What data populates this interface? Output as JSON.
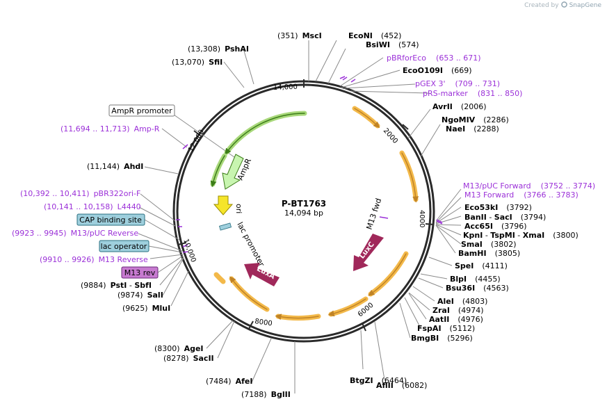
{
  "credit": {
    "prefix": "Created by",
    "brand": "SnapGene"
  },
  "plasmid": {
    "name": "P-BT1763",
    "size_label": "14,094 bp"
  },
  "ticks": [
    "2000",
    "4000",
    "6000",
    "8000",
    "10,000",
    "12,000",
    "14,000"
  ],
  "sites": [
    {
      "pos": "(351)",
      "name": "MscI"
    },
    {
      "name": "EcoNI",
      "pos": "(452)"
    },
    {
      "name": "BsiWI",
      "pos": "(574)"
    },
    {
      "name": "pBRforEco",
      "pos": "(653 .. 671)"
    },
    {
      "name": "EcoO109I",
      "pos": "(669)"
    },
    {
      "name": "pGEX 3'",
      "pos": "(709 .. 731)"
    },
    {
      "name": "pRS-marker",
      "pos": "(831 .. 850)"
    },
    {
      "name": "AvrII",
      "pos": "(2006)"
    },
    {
      "name": "NgoMIV",
      "pos": "(2286)"
    },
    {
      "name": "NaeI",
      "pos": "(2288)"
    },
    {
      "name": "M13/pUC Forward",
      "pos": "(3752 .. 3774)"
    },
    {
      "name": "M13 Forward",
      "pos": "(3766 .. 3783)"
    },
    {
      "name": "Eco53kI",
      "pos": "(3792)"
    },
    {
      "name": "BanII",
      "sep": " - ",
      "name2": "SacI",
      "pos": "(3794)"
    },
    {
      "name": "Acc65I",
      "pos": "(3796)"
    },
    {
      "name": "KpnI",
      "sep": " - ",
      "name2": "TspMI",
      "sep2": " - ",
      "name3": "XmaI",
      "pos": "(3800)"
    },
    {
      "name": "SmaI",
      "pos": "(3802)"
    },
    {
      "name": "BamHI",
      "pos": "(3805)"
    },
    {
      "name": "SpeI",
      "pos": "(4111)"
    },
    {
      "name": "BlpI",
      "pos": "(4455)"
    },
    {
      "name": "Bsu36I",
      "pos": "(4563)"
    },
    {
      "name": "AleI",
      "pos": "(4803)"
    },
    {
      "name": "ZraI",
      "pos": "(4974)"
    },
    {
      "name": "AatII",
      "pos": "(4976)"
    },
    {
      "name": "FspAI",
      "pos": "(5112)"
    },
    {
      "name": "BmgBI",
      "pos": "(5296)"
    },
    {
      "name": "AflII",
      "pos": "(6082)"
    },
    {
      "name": "BtgZI",
      "pos": "(6464)"
    },
    {
      "pos": "(7188)",
      "name": "BglII"
    },
    {
      "pos": "(7484)",
      "name": "AfeI"
    },
    {
      "pos": "(8278)",
      "name": "SacII"
    },
    {
      "pos": "(8300)",
      "name": "AgeI"
    },
    {
      "pos": "(9625)",
      "name": "MluI"
    },
    {
      "pos": "(9874)",
      "name": "SalI"
    },
    {
      "pos": "(9884)",
      "name": "PstI",
      "sep": " - ",
      "name2": "SbfI"
    },
    {
      "name": "M13 rev"
    },
    {
      "pos": "(9910 .. 9926)",
      "name": "M13 Reverse"
    },
    {
      "name": "lac operator"
    },
    {
      "pos": "(9923 .. 9945)",
      "name": "M13/pUC Reverse"
    },
    {
      "name": "CAP binding site"
    },
    {
      "pos": "(10,141 .. 10,158)",
      "name": "L4440"
    },
    {
      "pos": "(10,392 .. 10,411)",
      "name": "pBR322ori-F"
    },
    {
      "pos": "(11,144)",
      "name": "AhdI"
    },
    {
      "pos": "(11,694 .. 11,713)",
      "name": "Amp-R"
    },
    {
      "name": "AmpR promoter"
    },
    {
      "pos": "(13,070)",
      "name": "SfiI"
    },
    {
      "pos": "(13,308)",
      "name": "PshAI"
    }
  ],
  "features": [
    "M13 fwd",
    "LuxC",
    "LuxA",
    "lac promoter",
    "ori",
    "AmpR"
  ],
  "colors": {
    "backbone": "#2a2a2a",
    "orange_arrow": "#f3b94a",
    "green_arrow": "#5aa22a",
    "primer": "#9b30d8",
    "lux_arrow": "#a0285a",
    "ori": "#f5e52a",
    "ampr": "#c8f5b0",
    "lac_box": "#9ecfdd",
    "m13rev_box": "#c77ad0"
  }
}
